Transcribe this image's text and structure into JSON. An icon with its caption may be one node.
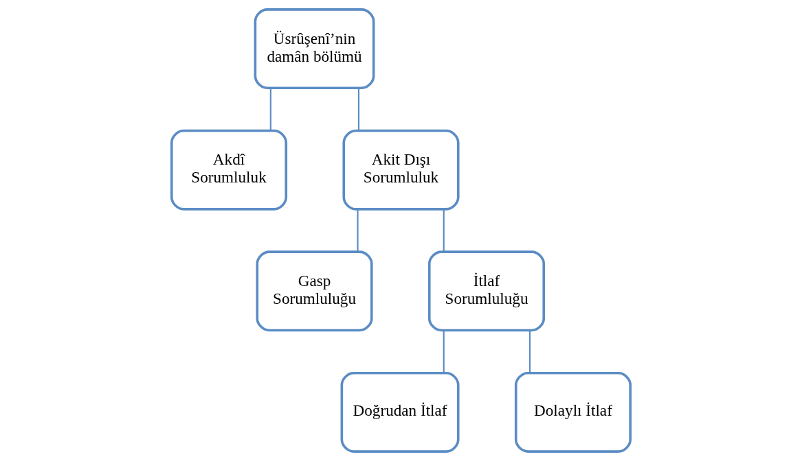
{
  "diagram": {
    "nodes": [
      {
        "text": [
          "Üsrûşenî’nin damân bölümü"
        ]
      },
      {
        "text": [
          "Akdî Sorumluluk"
        ]
      },
      {
        "text": [
          "Akit Dışı Sorumluluk"
        ]
      },
      {
        "text": [
          "Gasp Sorumluluğu"
        ]
      },
      {
        "text": [
          "İtlaf Sorumluluğu"
        ]
      },
      {
        "text": [
          "Doğrudan İtlaf"
        ]
      },
      {
        "text": [
          "Dolaylı İtlaf"
        ]
      }
    ],
    "edges": [
      {
        "from": 0,
        "to": 1,
        "arrow": "none"
      },
      {
        "from": 0,
        "to": 2,
        "arrow": "none"
      },
      {
        "from": 2,
        "to": 3,
        "arrow": "none"
      },
      {
        "from": 2,
        "to": 4,
        "arrow": "none"
      },
      {
        "from": 4,
        "to": 5,
        "arrow": "none"
      },
      {
        "from": 4,
        "to": 6,
        "arrow": "none"
      }
    ]
  }
}
